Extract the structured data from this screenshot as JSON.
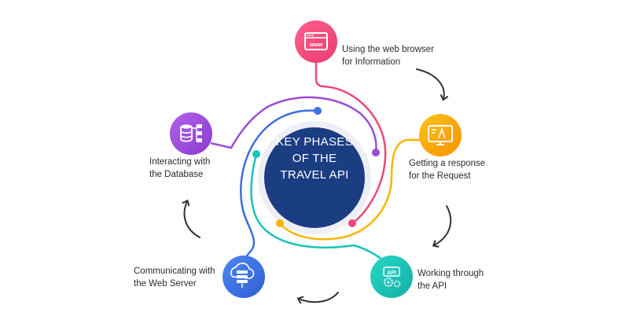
{
  "center": {
    "line1": "KEY PHASES",
    "line2": "OF THE",
    "line3": "TRAVEL API"
  },
  "phases": [
    {
      "line1": "Using the web browser",
      "line2": "for Information",
      "icon": "browser-www-icon",
      "color": "#ee4877"
    },
    {
      "line1": "Getting a response",
      "line2": "for the Request",
      "icon": "monitor-response-icon",
      "color": "#f5a800"
    },
    {
      "line1": "Working through",
      "line2": "the API",
      "icon": "api-gear-icon",
      "color": "#19c3b9"
    },
    {
      "line1": "Communicating with",
      "line2": "the Web Server",
      "icon": "cloud-server-icon",
      "color": "#3d6fe0"
    },
    {
      "line1": "Interacting with",
      "line2": "the Database",
      "icon": "database-icon",
      "color": "#9c4bd8"
    }
  ],
  "colors": {
    "center_fill": "#1b3d82",
    "ring": "#ececf4",
    "arrow": "#333333"
  }
}
